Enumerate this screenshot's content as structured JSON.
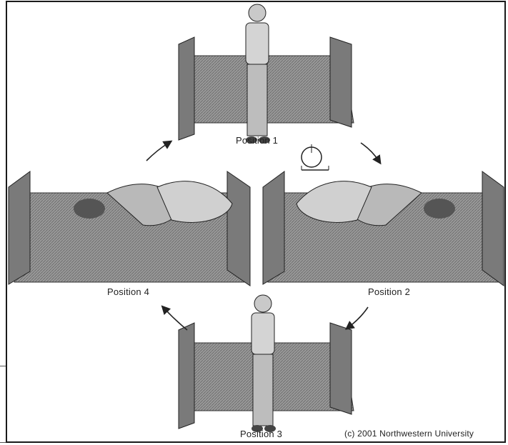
{
  "positions": {
    "p1": "Position 1",
    "p2": "Position 2",
    "p3": "Position 3",
    "p4": "Position 4"
  },
  "copyright": "(c) 2001 Northwestern University",
  "colors": {
    "bed": "#8f8f8f",
    "bed_edge": "#4a4a4a",
    "figure": "#c9c9c9",
    "line": "#222222"
  },
  "icons": [
    "person-standing",
    "person-lying",
    "bed",
    "arrow",
    "head-orientation-icon"
  ]
}
